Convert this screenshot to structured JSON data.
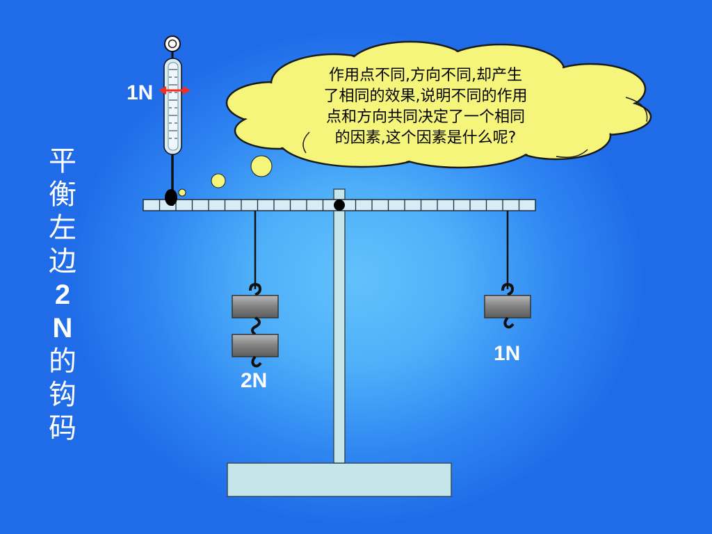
{
  "thought_bubble": {
    "lines": [
      "作用点不同,方向不同,却产生",
      "了相同的效果,说明不同的作用",
      "点和方向共同决定了一个相同",
      "的因素,这个因素是什么呢?"
    ]
  },
  "side_title": [
    "平",
    "衡",
    "左",
    "边",
    "2",
    "N",
    "的",
    "钩",
    "码"
  ],
  "labels": {
    "spring_scale": "1N",
    "left_weights": "2N",
    "right_weight": "1N"
  },
  "colors": {
    "bubble_fill": "#f4f57a",
    "arrow": "#ff2a1a",
    "beam": "#d8ecf6",
    "weight": "#7a7a7a"
  }
}
